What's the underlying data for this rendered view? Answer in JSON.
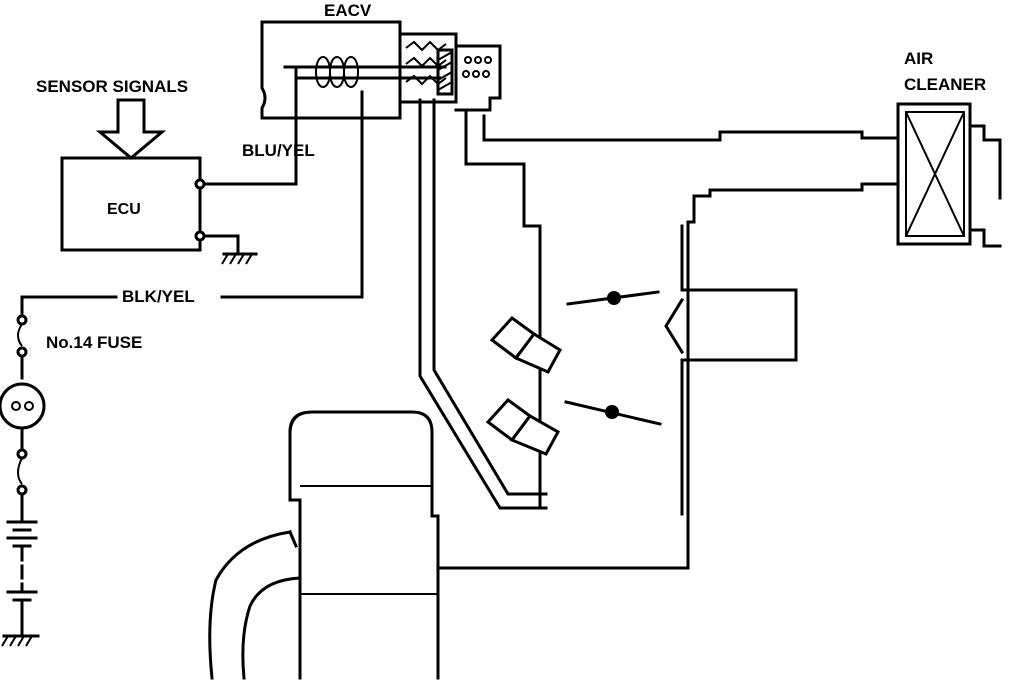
{
  "labels": {
    "eacv": "EACV",
    "sensor_signals": "SENSOR SIGNALS",
    "ecu": "ECU",
    "blu_yel": "BLU/YEL",
    "blk_yel": "BLK/YEL",
    "fuse": "No.14 FUSE",
    "air_cleaner_line1": "AIR",
    "air_cleaner_line2": "CLEANER"
  }
}
